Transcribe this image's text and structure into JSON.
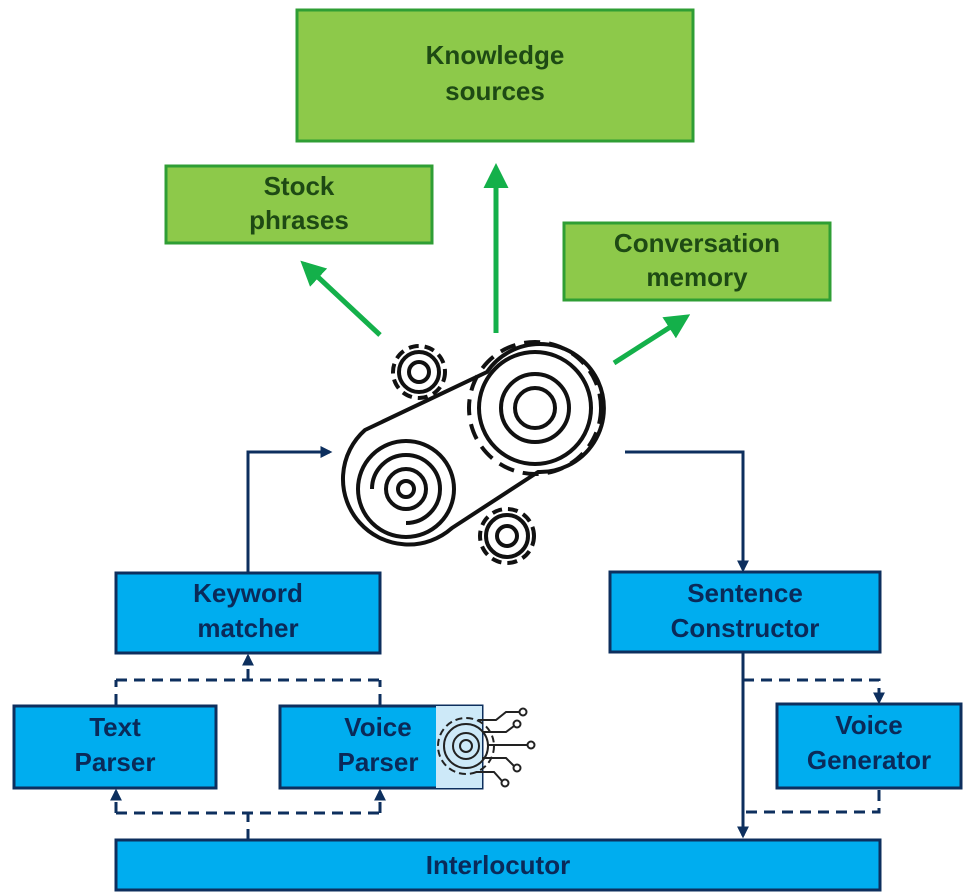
{
  "nodes": {
    "knowledge_sources": [
      "Knowledge",
      "sources"
    ],
    "stock_phrases": [
      "Stock",
      "phrases"
    ],
    "conversation_memory": [
      "Conversation",
      "memory"
    ],
    "keyword_matcher": [
      "Keyword",
      "matcher"
    ],
    "sentence_constructor": [
      "Sentence",
      "Constructor"
    ],
    "text_parser": [
      "Text",
      "Parser"
    ],
    "voice_parser": [
      "Voice",
      "Parser"
    ],
    "voice_generator": [
      "Voice",
      "Generator"
    ],
    "interlocutor": "Interlocutor"
  },
  "colors": {
    "knowledge_fill": "#8dc94a",
    "knowledge_border": "#2f9e34",
    "process_fill": "#00adef",
    "process_border": "#0d2f5e",
    "arrow_green": "#14b04a",
    "arrow_navy": "#0d2f5e"
  },
  "icons": {
    "engine": "gears-belt-icon",
    "voice_ai": "ai-gear-circuit-icon"
  }
}
